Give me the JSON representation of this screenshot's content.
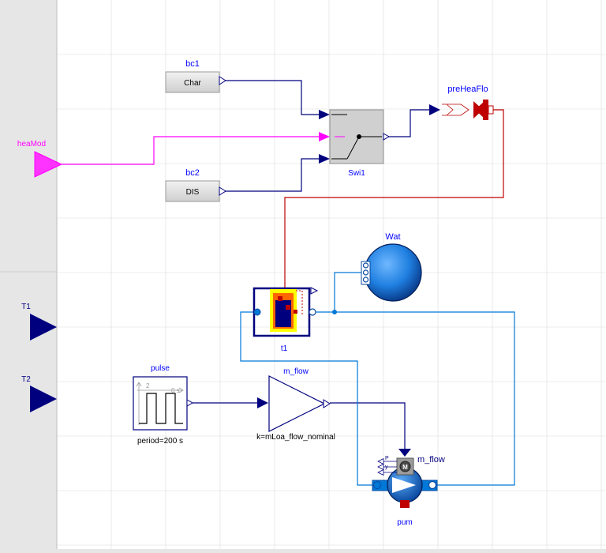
{
  "colors": {
    "canvas": "#ffffff",
    "margin": "#e6e6e6",
    "grid": "#d9d9d9",
    "real_signal": "#00007f",
    "boolean_signal": "#ff00ff",
    "heat_connector": "#bf0000",
    "fluid_connector": "#0078d7",
    "label_blue": "#0000ff",
    "label_magenta": "#ff00ff"
  },
  "blocks": {
    "bc1": {
      "name": "bc1",
      "text": "Char"
    },
    "bc2": {
      "name": "bc2",
      "text": "DIS"
    },
    "swi1": {
      "name": "Swi1"
    },
    "heaMod": {
      "name": "heaMod"
    },
    "preHeaFlo": {
      "name": "preHeaFlo"
    },
    "wat": {
      "name": "Wat"
    },
    "t1": {
      "name": "t1"
    },
    "T1": {
      "name": "T1"
    },
    "T2": {
      "name": "T2"
    },
    "pulse": {
      "name": "pulse",
      "param": "period=200 s",
      "icon_label_2": "2",
      "icon_label_0s": "0 s"
    },
    "mflow_gain": {
      "name": "m_flow",
      "param": "k=mLoa_flow_nominal"
    },
    "pum": {
      "name": "pum",
      "port_label": "m_flow",
      "motor": "M",
      "p_label": "P",
      "y_label": "y"
    }
  }
}
